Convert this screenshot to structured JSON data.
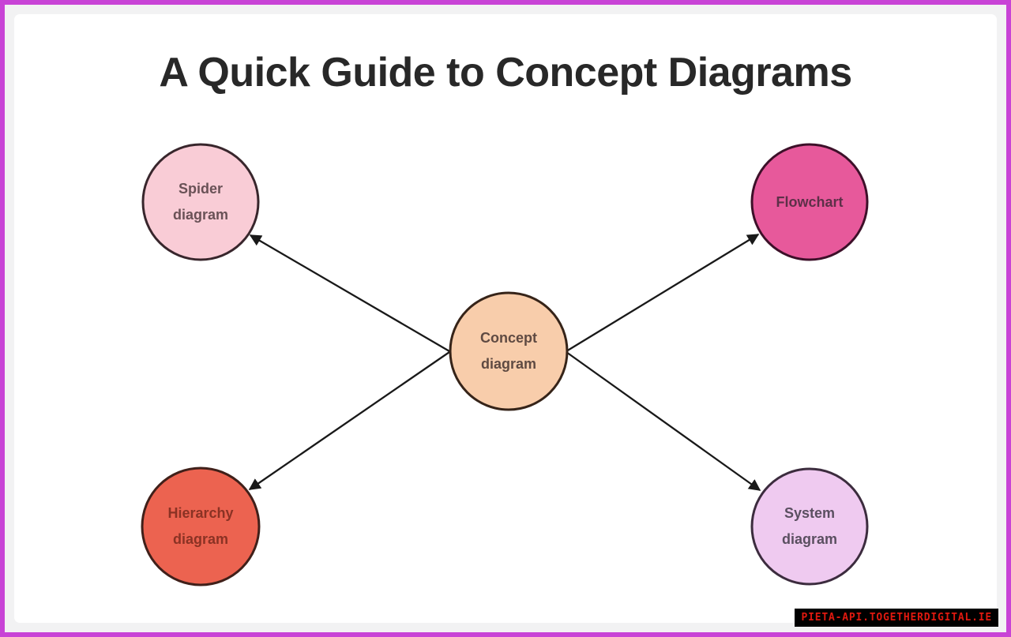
{
  "frame": {
    "border_color": "#c843d6",
    "mat_color": "#f2f2f3",
    "canvas_color": "#ffffff"
  },
  "title": {
    "text": "A Quick Guide to Concept Diagrams",
    "color": "#282828"
  },
  "diagram": {
    "arrow_color": "#191919",
    "center_node": {
      "id": "concept-diagram",
      "line1": "Concept",
      "line2": "diagram",
      "fill": "#f8cdab",
      "stroke": "#362419",
      "text_color": "#5f4a42"
    },
    "nodes": [
      {
        "id": "spider-diagram",
        "line1": "Spider",
        "line2": "diagram",
        "fill": "#f9ccd6",
        "stroke": "#38262c",
        "text_color": "#695156"
      },
      {
        "id": "flowchart",
        "line1": "Flowchart",
        "line2": "",
        "fill": "#e7599b",
        "stroke": "#3d1029",
        "text_color": "#5d3048"
      },
      {
        "id": "hierarchy-diagram",
        "line1": "Hierarchy",
        "line2": "diagram",
        "fill": "#ec6350",
        "stroke": "#40201a",
        "text_color": "#8a3224"
      },
      {
        "id": "system-diagram",
        "line1": "System",
        "line2": "diagram",
        "fill": "#efcaf0",
        "stroke": "#3c2c3e",
        "text_color": "#5a4f60"
      }
    ]
  },
  "watermark": {
    "text": "PIETA-API.TOGETHERDIGITAL.IE",
    "bg": "#000000",
    "text_color": "#e0190f"
  }
}
